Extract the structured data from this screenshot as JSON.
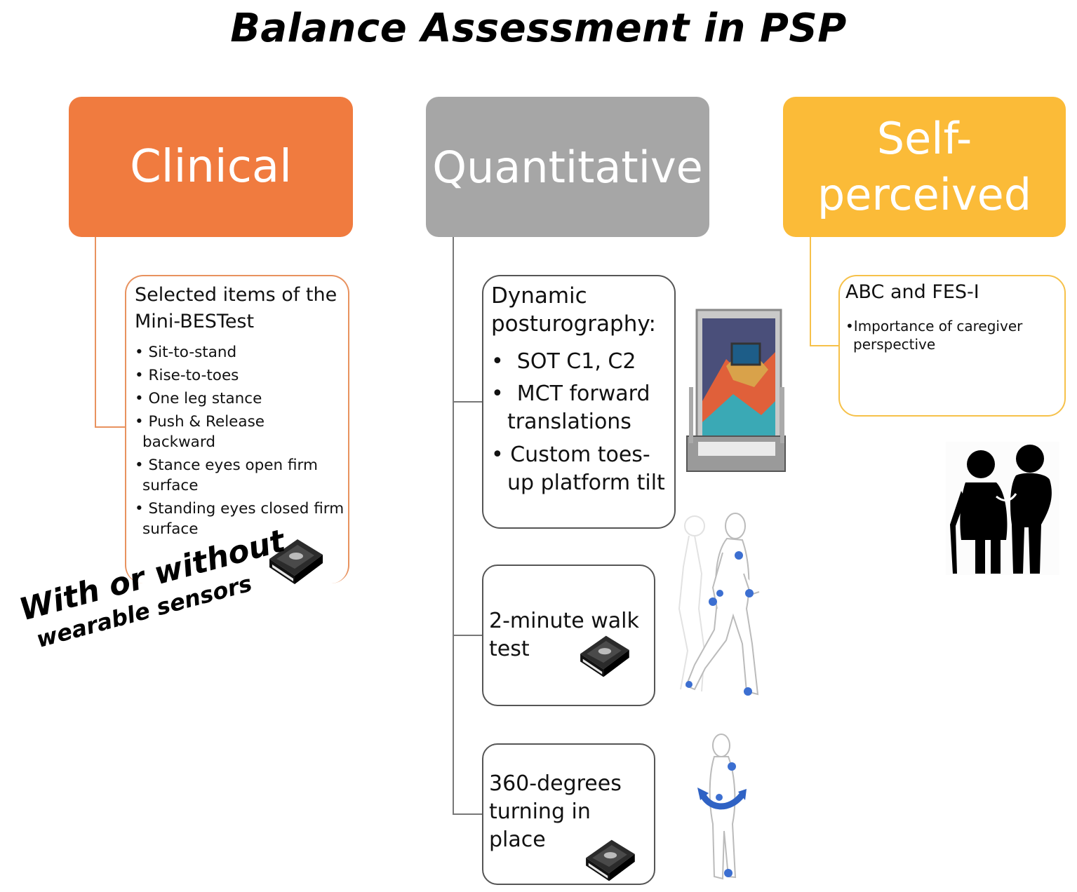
{
  "title": "Balance Assessment in PSP",
  "colors": {
    "clinical": "#F07B3F",
    "quantitative": "#A6A6A6",
    "self_perceived": "#FBBB38",
    "connector_clinical": "#E8925F",
    "connector_quant": "#777777",
    "connector_self": "#F6C14A"
  },
  "categories": {
    "clinical": "Clinical",
    "quantitative": "Quantitative",
    "self_perceived_line1": "Self-",
    "self_perceived_line2": "perceived"
  },
  "clinical_box": {
    "heading_line1": "Selected items of the",
    "heading_line2": "Mini-BESTest",
    "items": [
      "Sit-to-stand",
      "Rise-to-toes",
      "One leg stance",
      "Push & Release",
      "backward",
      "Stance eyes open firm",
      "surface",
      "Standing eyes closed firm",
      "surface"
    ]
  },
  "sensor_note": {
    "line1": "With or without",
    "line2": "wearable sensors"
  },
  "posturography_box": {
    "heading_line1": "Dynamic",
    "heading_line2": "posturography:",
    "items": [
      "SOT C1, C2",
      "MCT forward",
      "translations",
      "Custom toes-",
      "up platform tilt"
    ]
  },
  "walk_box": {
    "line1": "2-minute walk",
    "line2": "test"
  },
  "turn_box": {
    "line1": "360-degrees",
    "line2": "turning in",
    "line3": "place"
  },
  "self_box": {
    "heading": "ABC and FES-I",
    "item_line1": "Importance of caregiver",
    "item_line2": "perspective"
  },
  "icons": [
    "wearable-sensor-icon",
    "posturography-device-icon",
    "walking-figure-icon",
    "turning-figure-icon",
    "elderly-couple-icon"
  ]
}
